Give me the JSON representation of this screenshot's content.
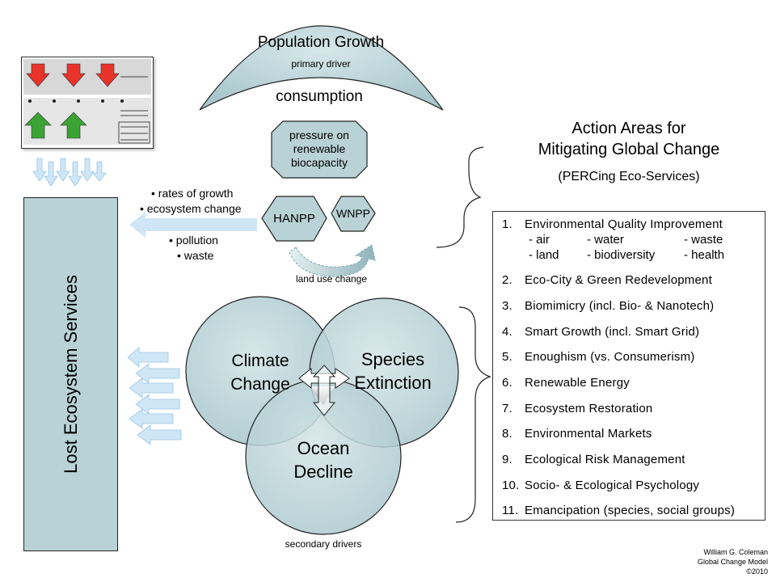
{
  "population": {
    "title": "Population Growth",
    "subtitle": "primary driver"
  },
  "consumption": "consumption",
  "pressure": {
    "line1": "pressure on",
    "line2": "renewable",
    "line3": "biocapacity"
  },
  "hanpp": "HANPP",
  "wnpp": "WNPP",
  "land_use_change": "land use change",
  "impacts": {
    "rates_of_growth": "• rates of growth",
    "ecosystem_change": "• ecosystem change",
    "pollution": "• pollution",
    "waste": "• waste"
  },
  "lost_ecosystem_services": "Lost Ecosystem Services",
  "venn": {
    "climate": {
      "line1": "Climate",
      "line2": "Change"
    },
    "species": {
      "line1": "Species",
      "line2": "Extinction"
    },
    "ocean": {
      "line1": "Ocean",
      "line2": "Decline"
    }
  },
  "secondary_drivers": "secondary drivers",
  "action_areas": {
    "title_line1": "Action Areas for",
    "title_line2": "Mitigating Global Change",
    "subtitle": "(PERCing Eco-Services)",
    "items": [
      {
        "num": "1.",
        "label": "Environmental Quality Improvement"
      },
      {
        "num": "2.",
        "label": "Eco-City & Green Redevelopment"
      },
      {
        "num": "3.",
        "label": "Biomimicry (incl. Bio- & Nanotech)"
      },
      {
        "num": "4.",
        "label": "Smart Growth (incl. Smart Grid)"
      },
      {
        "num": "5.",
        "label": "Enoughism (vs. Consumerism)"
      },
      {
        "num": "6.",
        "label": "Renewable Energy"
      },
      {
        "num": "7.",
        "label": "Ecosystem Restoration"
      },
      {
        "num": "8.",
        "label": "Environmental Markets"
      },
      {
        "num": "9.",
        "label": "Ecological Risk Management"
      },
      {
        "num": "10.",
        "label": "Socio- & Ecological Psychology"
      },
      {
        "num": "11.",
        "label": "Emancipation (species, social groups)"
      }
    ],
    "sub_items": {
      "air": "- air",
      "water": "- water",
      "waste": "- waste",
      "land": "- land",
      "biodiversity": "- biodiversity",
      "health": "- health"
    }
  },
  "credits": {
    "author": "William G. Coleman",
    "model": "Global Change Model",
    "year": "©2010"
  },
  "colors": {
    "teal_fill": "#b9d2d6",
    "teal_dark": "#7fa6ad",
    "arrow_light": "#cfe6f6",
    "red": "#e8332a",
    "green": "#3aa334"
  }
}
